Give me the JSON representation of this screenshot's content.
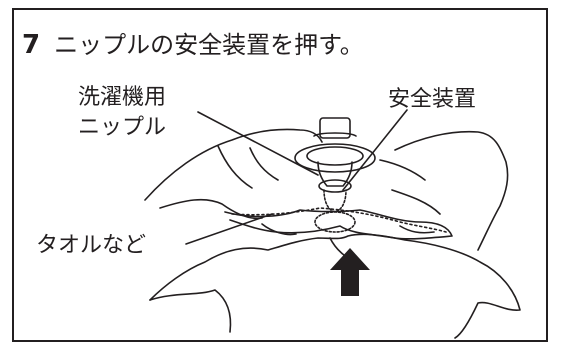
{
  "step": {
    "number": "7",
    "text": "ニップルの安全装置を押す。"
  },
  "labels": {
    "nipple_line1": "洗濯機用",
    "nipple_line2": "ニップル",
    "safety_device": "安全装置",
    "towel": "タオルなど"
  },
  "colors": {
    "line": "#231f20",
    "background": "#ffffff"
  },
  "icons": {
    "arrow": "up-arrow-icon"
  }
}
